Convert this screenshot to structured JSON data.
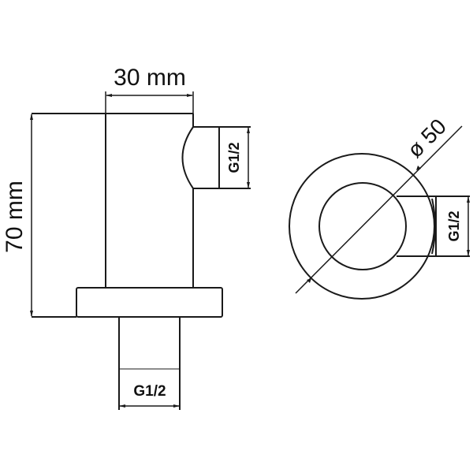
{
  "diagram": {
    "type": "technical-drawing",
    "subject": "wall outlet elbow, side and top views",
    "stroke_color": "#1a1a1a",
    "background": "#ffffff",
    "side_view": {
      "width_label": "30 mm",
      "height_label": "70 mm",
      "side_outlet_label": "G1/2",
      "bottom_thread_label": "G1/2"
    },
    "top_view": {
      "diameter_label": "ø 50",
      "outlet_label": "G1/2"
    }
  }
}
